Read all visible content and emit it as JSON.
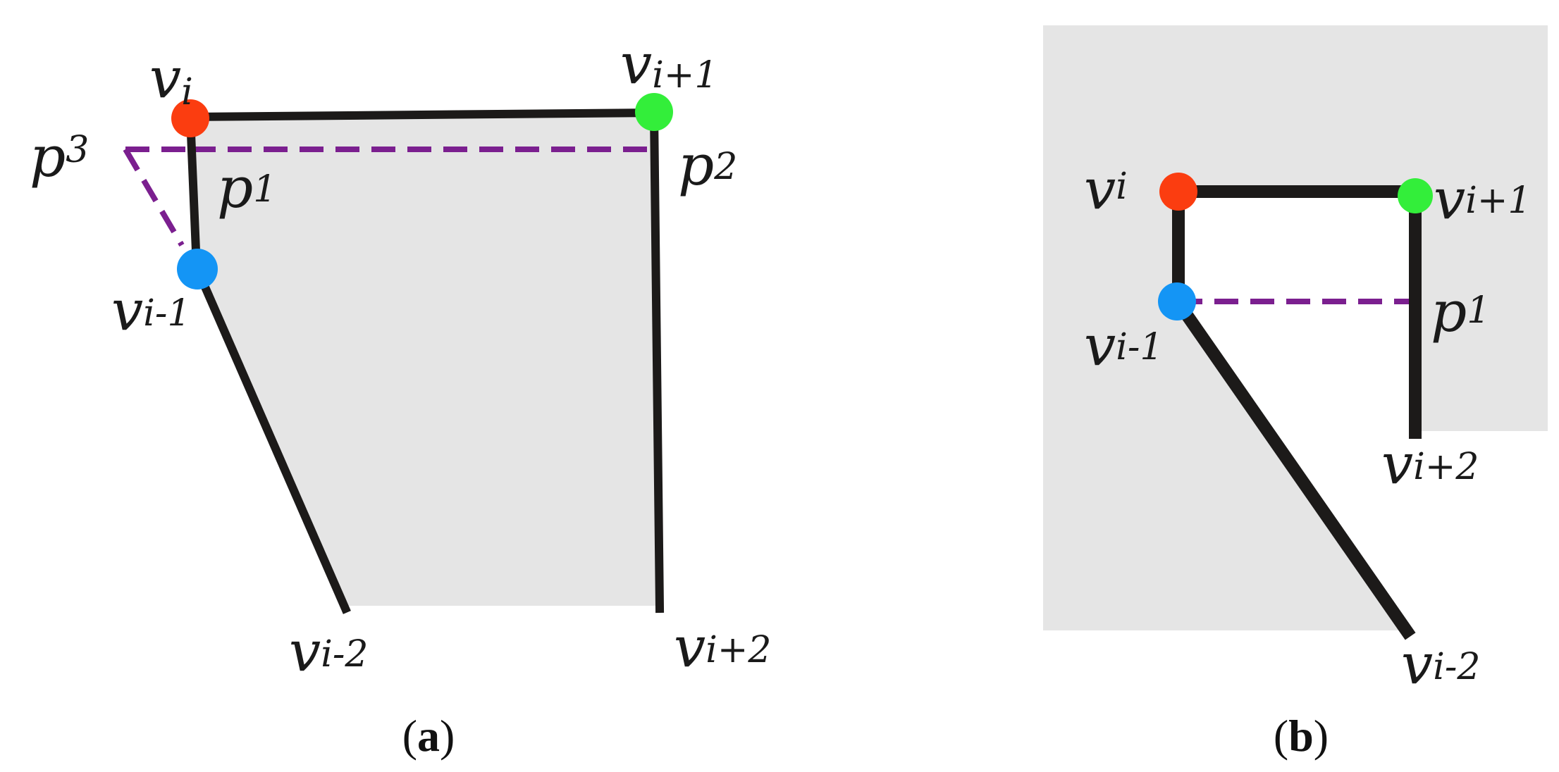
{
  "colors": {
    "fill": "#e5e5e5",
    "edge": "#1c1a19",
    "dashed": "#7b1f8f",
    "vertex_i": "#fb3d10",
    "vertex_i_plus_1": "#33ee3a",
    "vertex_i_minus_1": "#1495f5"
  },
  "panel_a": {
    "caption": {
      "open": "(",
      "letter": "a",
      "close": ")"
    },
    "labels": {
      "v_i": {
        "base": "v",
        "sub": "i"
      },
      "v_i_plus_1": {
        "base": "v",
        "sub": "i+1"
      },
      "p3": {
        "base": "p",
        "sub": "3"
      },
      "p2": {
        "base": "p",
        "sub": "2"
      },
      "p1": {
        "base": "p",
        "sub": "1"
      },
      "v_i_minus_1": {
        "base": "v",
        "sub": "i-1"
      },
      "v_i_minus_2": {
        "base": "v",
        "sub": "i-2"
      },
      "v_i_plus_2": {
        "base": "v",
        "sub": "i+2"
      }
    }
  },
  "panel_b": {
    "caption": {
      "open": "(",
      "letter": "b",
      "close": ")"
    },
    "labels": {
      "v_i": {
        "base": "v",
        "sub": "i"
      },
      "v_i_plus_1": {
        "base": "v",
        "sub": "i+1"
      },
      "p1": {
        "base": "p",
        "sub": "1"
      },
      "v_i_minus_1": {
        "base": "v",
        "sub": "i-1"
      },
      "v_i_plus_2": {
        "base": "v",
        "sub": "i+2"
      },
      "v_i_minus_2": {
        "base": "v",
        "sub": "i-2"
      }
    }
  }
}
